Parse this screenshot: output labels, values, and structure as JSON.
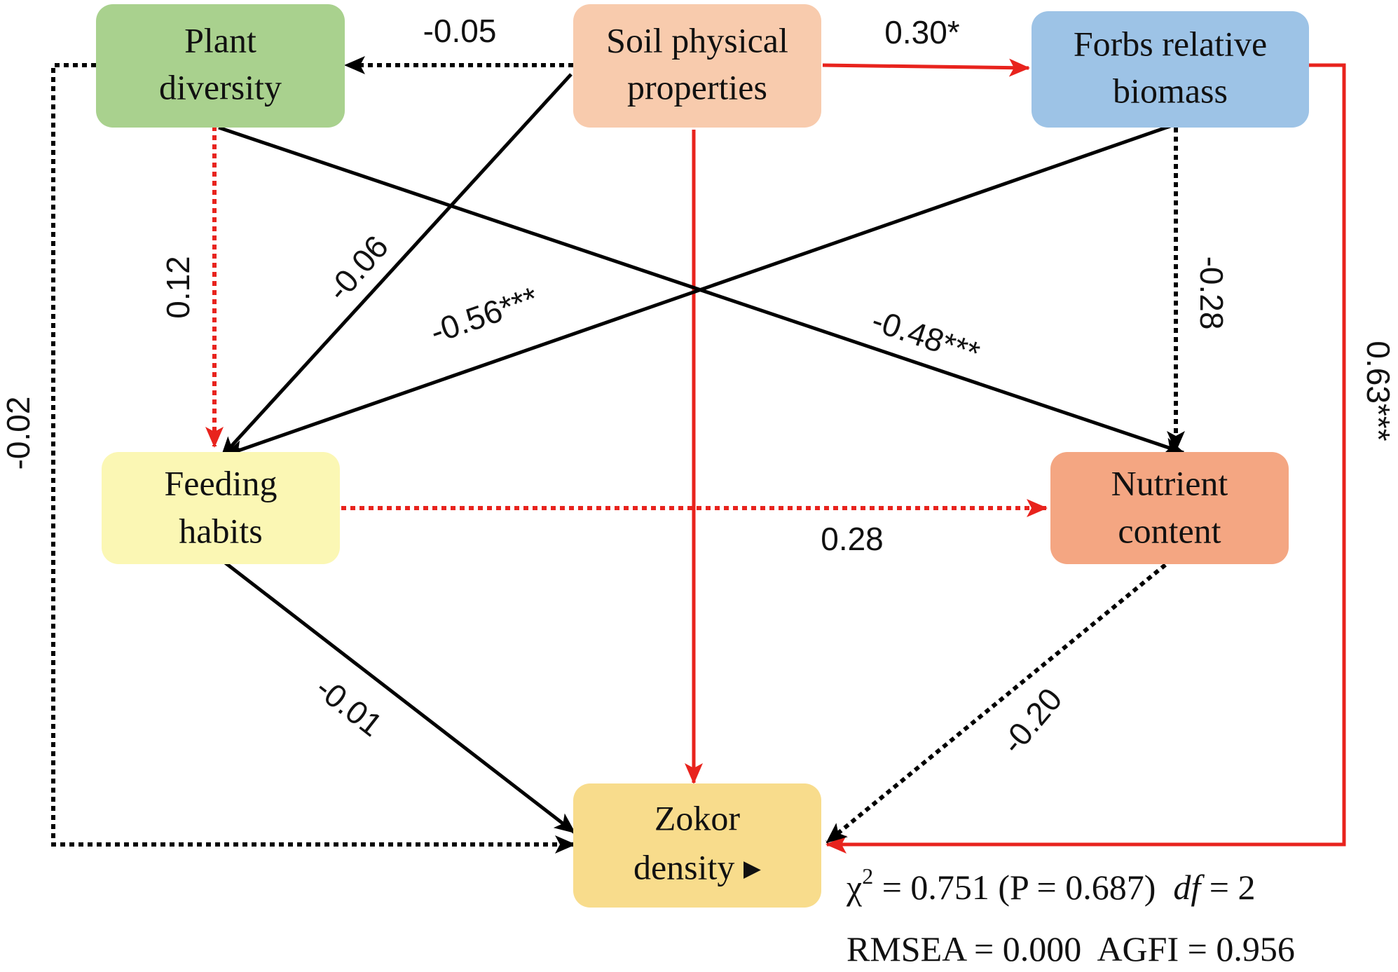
{
  "nodes": {
    "plant_diversity": {
      "lines": [
        "Plant",
        "diversity"
      ],
      "fill": "#a9d18e"
    },
    "soil_physical_properties": {
      "lines": [
        "Soil physical",
        "properties"
      ],
      "fill": "#f8cbad"
    },
    "forbs_relative_biomass": {
      "lines": [
        "Forbs relative",
        "biomass"
      ],
      "fill": "#9dc3e6"
    },
    "feeding_habits": {
      "lines": [
        "Feeding",
        "habits"
      ],
      "fill": "#fbf7b4"
    },
    "nutrient_content": {
      "lines": [
        "Nutrient",
        "content"
      ],
      "fill": "#f4a682"
    },
    "zokor_density": {
      "lines": [
        "Zokor",
        "density ▸"
      ],
      "fill": "#f8dc8c"
    }
  },
  "edges": {
    "soil_to_plant": {
      "from": "Soil physical properties",
      "to": "Plant diversity",
      "label": "-0.05",
      "color": "#000000",
      "dashed": true
    },
    "soil_to_forbs": {
      "from": "Soil physical properties",
      "to": "Forbs relative biomass",
      "label": "0.30*",
      "color": "#e8231d",
      "dashed": false
    },
    "soil_to_feeding": {
      "from": "Soil physical properties",
      "to": "Feeding habits",
      "label": "-0.06",
      "color": "#000000",
      "dashed": false
    },
    "soil_to_zokor": {
      "from": "Soil physical properties",
      "to": "Zokor density",
      "label": "",
      "color": "#e8231d",
      "dashed": false
    },
    "plant_to_feeding": {
      "from": "Plant diversity",
      "to": "Feeding habits",
      "label": "0.12",
      "color": "#e8231d",
      "dashed": true
    },
    "plant_to_nutrient": {
      "from": "Plant diversity",
      "to": "Nutrient content",
      "label": "-0.48***",
      "color": "#000000",
      "dashed": false
    },
    "plant_to_zokor": {
      "from": "Plant diversity",
      "to": "Zokor density",
      "label": "-0.02",
      "color": "#000000",
      "dashed": true
    },
    "forbs_to_feeding": {
      "from": "Forbs relative biomass",
      "to": "Feeding habits",
      "label": "-0.56***",
      "color": "#000000",
      "dashed": false
    },
    "forbs_to_nutrient": {
      "from": "Forbs relative biomass",
      "to": "Nutrient content",
      "label": "-0.28",
      "color": "#000000",
      "dashed": true
    },
    "forbs_to_zokor": {
      "from": "Forbs relative biomass",
      "to": "Zokor density",
      "label": "0.63***",
      "color": "#e8231d",
      "dashed": false
    },
    "feeding_to_nutrient": {
      "from": "Feeding habits",
      "to": "Nutrient content",
      "label": "0.28",
      "color": "#e8231d",
      "dashed": true
    },
    "feeding_to_zokor": {
      "from": "Feeding habits",
      "to": "Zokor density",
      "label": "-0.01",
      "color": "#000000",
      "dashed": false
    },
    "nutrient_to_zokor": {
      "from": "Nutrient content",
      "to": "Zokor density",
      "label": "-0.20",
      "color": "#000000",
      "dashed": true
    }
  },
  "stats": {
    "chi_symbol": "χ",
    "chi_sup": "2",
    "chi_text": " = 0.751 (P = 0.687)  ",
    "df_label": "df",
    "df_text": " = 2",
    "line2": "RMSEA = 0.000  AGFI = 0.956"
  }
}
